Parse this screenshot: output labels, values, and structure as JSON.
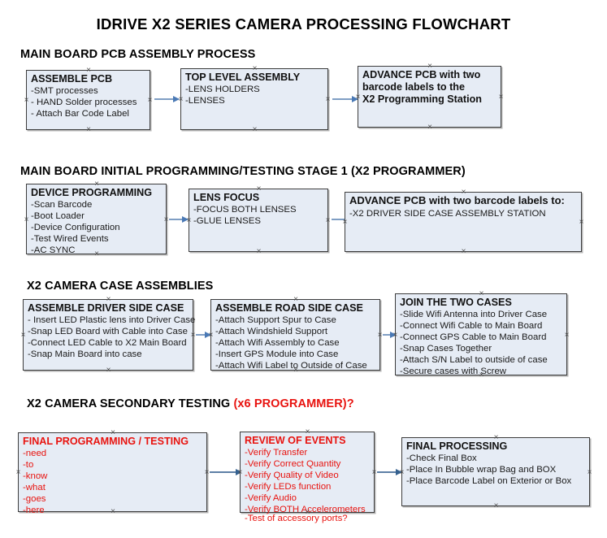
{
  "document": {
    "title": "IDRIVE X2  SERIES CAMERA PROCESSING FLOWCHART",
    "accent_color": "#e8130f",
    "box_fill": "#e6ecf5",
    "box_border": "#3c3c3c",
    "arrow_color": "#7f9ec4"
  },
  "sections": [
    {
      "heading": "MAIN BOARD PCB ASSEMBLY PROCESS",
      "heading_accent": "",
      "boxes": [
        {
          "title": "ASSEMBLE PCB",
          "lines": [
            "-SMT processes",
            "- HAND Solder processes",
            "- Attach Bar Code Label"
          ]
        },
        {
          "title": "TOP LEVEL ASSEMBLY",
          "lines": [
            "-LENS HOLDERS",
            "-LENSES"
          ]
        },
        {
          "title": "ADVANCE PCB with two",
          "lines": [
            "barcode labels to the",
            " X2 Programming Station"
          ]
        }
      ]
    },
    {
      "heading": "MAIN BOARD INITIAL PROGRAMMING/TESTING STAGE 1 (X2 PROGRAMMER)",
      "heading_accent": "",
      "boxes": [
        {
          "title": "DEVICE PROGRAMMING",
          "lines": [
            "-Scan Barcode",
            "-Boot Loader",
            "-Device Configuration",
            "-Test Wired Events",
            "-AC SYNC"
          ]
        },
        {
          "title": "LENS FOCUS",
          "lines": [
            "-FOCUS BOTH LENSES",
            "-GLUE LENSES"
          ]
        },
        {
          "title": "ADVANCE PCB with two barcode labels to:",
          "lines": [
            "-X2 DRIVER  SIDE  CASE  ASSEMBLY STATION"
          ]
        }
      ]
    },
    {
      "heading": "X2 CAMERA CASE ASSEMBLIES",
      "heading_accent": "",
      "boxes": [
        {
          "title": "ASSEMBLE DRIVER SIDE CASE",
          "lines": [
            "- Insert LED Plastic lens into Driver Case",
            "-Snap LED Board with Cable into Case",
            "-Connect LED Cable to X2 Main Board",
            "-Snap Main Board into case"
          ]
        },
        {
          "title": "ASSEMBLE ROAD SIDE CASE",
          "lines": [
            "-Attach Support Spur to Case",
            "-Attach Windshield Support",
            "-Attach Wifi Assembly to Case",
            "-Insert GPS Module into Case",
            "-Attach Wifi Label to Outside of Case"
          ]
        },
        {
          "title": "JOIN THE TWO CASES",
          "lines": [
            "-Slide Wifi Antenna into Driver Case",
            "-Connect Wifi Cable to Main Board",
            "-Connect GPS Cable to Main Board",
            "-Snap Cases Together",
            "-Attach S/N Label to outside of case",
            "-Secure cases with Screw"
          ]
        }
      ]
    },
    {
      "heading": "X2 CAMERA SECONDARY TESTING ",
      "heading_accent": "(x6 PROGRAMMER)?",
      "boxes": [
        {
          "title": "FINAL PROGRAMMING / TESTING",
          "lines": [
            "-need",
            "-to",
            "-know",
            "-what",
            "-goes",
            "-here"
          ]
        },
        {
          "title": "REVIEW OF EVENTS",
          "lines": [
            "-Verify Transfer",
            "-Verify Correct Quantity",
            "-Verify Quality of Video",
            "-Verify LEDs function",
            "-Verify Audio",
            "-Verify BOTH Accelerometers"
          ],
          "overflow_line": "-Test of accessory ports?"
        },
        {
          "title": "FINAL PROCESSING",
          "lines": [
            " -Check Final Box",
            "-Place In Bubble wrap Bag and BOX",
            "-Place Barcode Label on Exterior or Box"
          ]
        }
      ]
    }
  ]
}
